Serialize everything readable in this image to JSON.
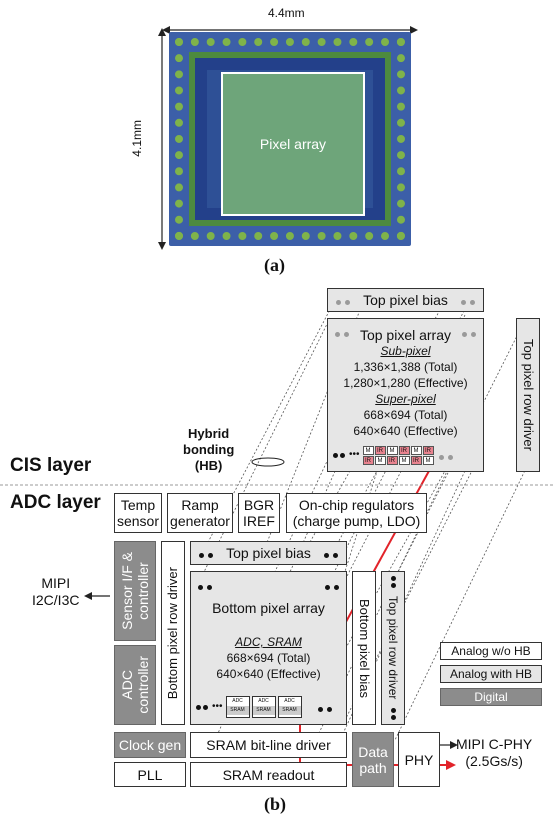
{
  "panel_a": {
    "width_label": "4.4mm",
    "height_label": "4.1mm",
    "pixel_array_label": "Pixel array",
    "caption": "(a)"
  },
  "panel_b": {
    "caption": "(b)",
    "cis_layer": "CIS layer",
    "adc_layer": "ADC layer",
    "hybrid_bonding": "Hybrid\nbonding\n(HB)",
    "top_pixel_bias": "Top pixel bias",
    "top_pixel_array": {
      "title": "Top pixel array",
      "sub_heading": "Sub-pixel",
      "sub_total": "1,336×1,388 (Total)",
      "sub_effective": "1,280×1,280 (Effective)",
      "super_heading": "Super-pixel",
      "super_total": "668×694 (Total)",
      "super_effective": "640×640 (Effective)",
      "cells": [
        "M",
        "IR",
        "M",
        "IR",
        "M",
        "IR",
        "IR",
        "M",
        "IR",
        "M",
        "IR",
        "M"
      ]
    },
    "top_pixel_row_driver": "Top pixel row driver",
    "temp_sensor": "Temp\nsensor",
    "ramp_generator": "Ramp\ngenerator",
    "bgr_iref": "BGR\nIREF",
    "regulators": "On-chip regulators\n(charge pump, LDO)",
    "bottom_top_pixel_bias": "Top pixel bias",
    "sensor_if": "Sensor I/F &\ncontroller",
    "adc_controller": "ADC\ncontroller",
    "bottom_pixel_row_driver": "Bottom pixel row driver",
    "bottom_pixel_array": {
      "title": "Bottom pixel array",
      "heading": "ADC, SRAM",
      "total": "668×694 (Total)",
      "effective": "640×640 (Effective)",
      "cell_top": "ADC",
      "cell_bottom": "SRAM"
    },
    "bottom_pixel_bias": "Bottom pixel bias",
    "top_pixel_row_driver_2": "Top pixel row driver",
    "mipi_left": "MIPI\nI2C/I3C",
    "clock_gen": "Clock gen",
    "sram_bitline": "SRAM bit-line driver",
    "data_path": "Data\npath",
    "phy": "PHY",
    "mipi_cphy": "MIPI C-PHY\n(2.5Gs/s)",
    "pll": "PLL",
    "sram_readout": "SRAM readout",
    "legend": {
      "analog_wo_hb": "Analog w/o HB",
      "analog_with_hb": "Analog with HB",
      "digital": "Digital"
    },
    "colors": {
      "digital": "#8c8c8c",
      "analog_hb": "#e6e6e6",
      "arrow": "#e2232a",
      "ir_cell": "#e8838f"
    }
  }
}
